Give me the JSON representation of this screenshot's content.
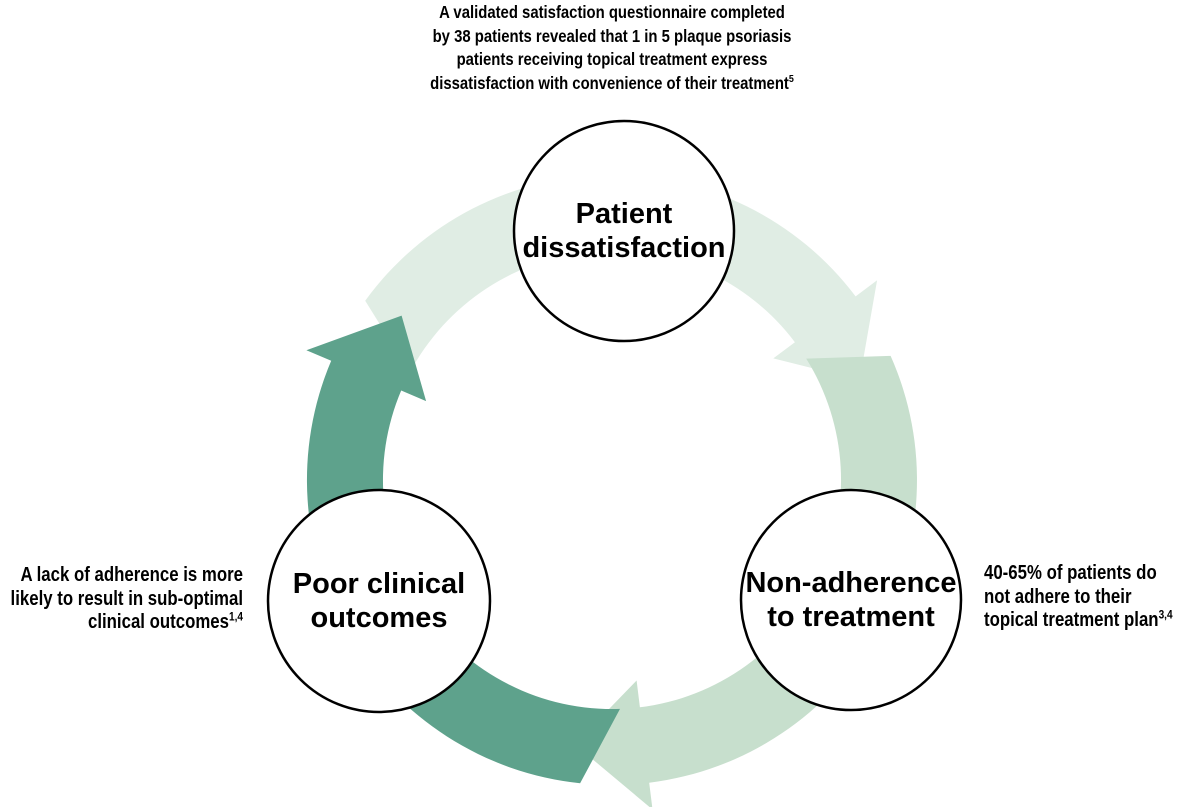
{
  "background": "#ffffff",
  "colors": {
    "arrow_light": "#e0ede4",
    "arrow_medium": "#c7dfcd",
    "arrow_dark": "#5ea28c",
    "node_fill": "#ffffff",
    "node_stroke": "#000000",
    "text": "#000000"
  },
  "cycle": {
    "nodes": [
      {
        "id": "patient-dissatisfaction",
        "lines": [
          "Patient",
          "dissatisfaction"
        ]
      },
      {
        "id": "non-adherence-to-treatment",
        "lines": [
          "Non-adherence",
          "to treatment"
        ]
      },
      {
        "id": "poor-clinical-outcomes",
        "lines": [
          "Poor clinical",
          "outcomes"
        ]
      }
    ],
    "arrows": [
      {
        "id": "dissatisfaction-to-nonadherence",
        "color_key": "arrow_light"
      },
      {
        "id": "nonadherence-to-outcomes",
        "color_key": "arrow_medium"
      },
      {
        "id": "outcomes-to-dissatisfaction",
        "color_key": "arrow_dark"
      }
    ]
  },
  "annotations": {
    "top": {
      "lines": [
        "A validated satisfaction questionnaire completed",
        "by 38 patients revealed that 1 in 5 plaque psoriasis",
        "patients receiving topical treatment express",
        "dissatisfaction with convenience of their treatment"
      ],
      "superscript": "5"
    },
    "right": {
      "lines": [
        "40-65% of patients do",
        "not adhere to their",
        "topical treatment plan"
      ],
      "superscript": "3,4"
    },
    "left": {
      "lines": [
        "A lack of adherence is more",
        "likely to result in sub-optimal",
        "clinical outcomes"
      ],
      "superscript": "1,4"
    }
  }
}
